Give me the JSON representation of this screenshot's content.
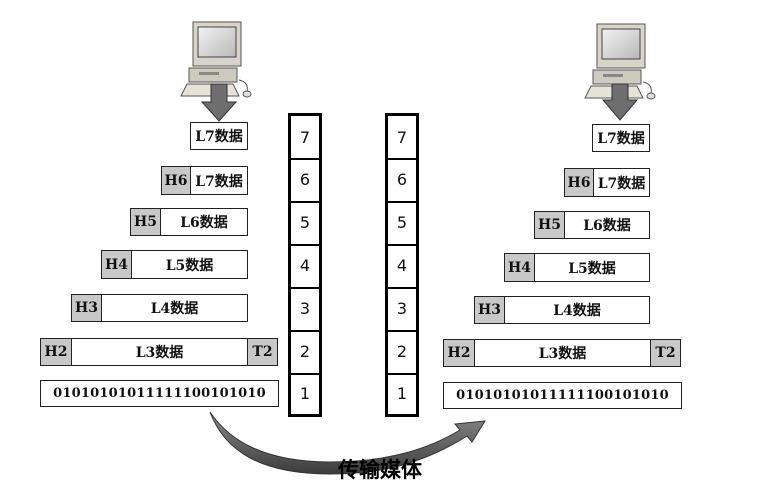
{
  "osi_layers": [
    "7",
    "6",
    "5",
    "4",
    "3",
    "2",
    "1"
  ],
  "sender_stack": [
    {
      "header": "",
      "payload": "L7数据",
      "trailer": ""
    },
    {
      "header": "H6",
      "payload": "L7数据",
      "trailer": ""
    },
    {
      "header": "H5",
      "payload": "L6数据",
      "trailer": ""
    },
    {
      "header": "H4",
      "payload": "L5数据",
      "trailer": ""
    },
    {
      "header": "H3",
      "payload": "L4数据",
      "trailer": ""
    },
    {
      "header": "H2",
      "payload": "L3数据",
      "trailer": "T2"
    }
  ],
  "receiver_stack": [
    {
      "header": "",
      "payload": "L7数据",
      "trailer": ""
    },
    {
      "header": "H6",
      "payload": "L7数据",
      "trailer": ""
    },
    {
      "header": "H5",
      "payload": "L6数据",
      "trailer": ""
    },
    {
      "header": "H4",
      "payload": "L5数据",
      "trailer": ""
    },
    {
      "header": "H3",
      "payload": "L4数据",
      "trailer": ""
    },
    {
      "header": "H2",
      "payload": "L3数据",
      "trailer": "T2"
    }
  ],
  "bitstream": "01010101011111100101010",
  "medium_label": "传输媒体",
  "icons": [
    "computer-icon",
    "computer-icon"
  ],
  "colors": {
    "header_fill": "#c8c8c8",
    "arrow_fill": "#6e6e6e"
  }
}
